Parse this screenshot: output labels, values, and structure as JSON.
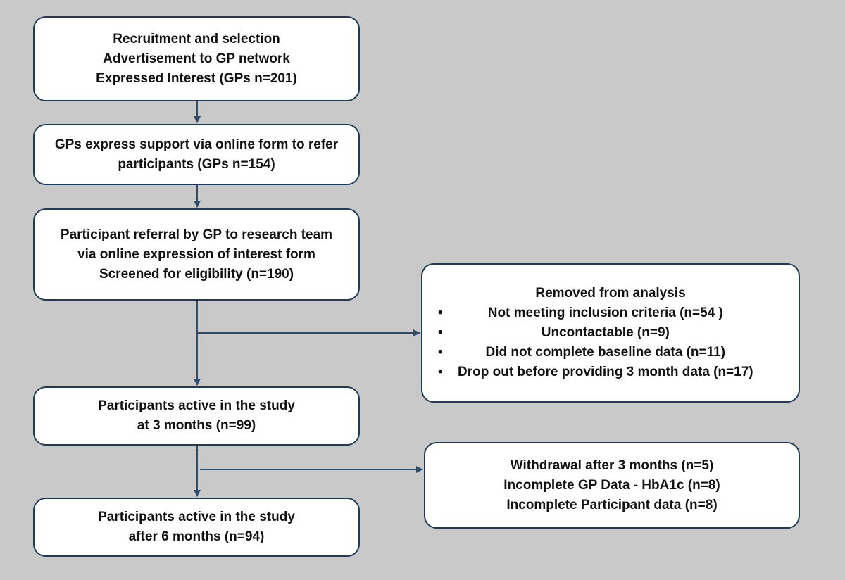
{
  "boxes": {
    "recruitment": {
      "lines": [
        "Recruitment and selection",
        "Advertisement to GP network",
        "Expressed Interest (GPs n=201)"
      ]
    },
    "gp_support": {
      "lines": [
        "GPs express support via online form to refer",
        "participants (GPs n=154)"
      ]
    },
    "referral": {
      "lines": [
        "Participant referral by GP to research team",
        "via online expression of interest form",
        "Screened for eligibility (n=190)"
      ]
    },
    "active_3m": {
      "lines": [
        "Participants active in the study",
        "at 3 months (n=99)"
      ]
    },
    "active_6m": {
      "lines": [
        "Participants active in the study",
        "after 6 months (n=94)"
      ]
    }
  },
  "removed": {
    "title": "Removed from analysis",
    "items": [
      "Not meeting inclusion criteria (n=54 )",
      "Uncontactable (n=9)",
      "Did not complete baseline data (n=11)",
      "Drop out before providing 3 month data (n=17)"
    ]
  },
  "withdrawal": {
    "lines": [
      "Withdrawal after 3 months (n=5)",
      "Incomplete GP Data - HbA1c (n=8)",
      "Incomplete Participant data (n=8)"
    ]
  },
  "colors": {
    "background": "#c9c9c9",
    "box_border": "#1f3b57",
    "arrow": "#2e4d6b"
  }
}
